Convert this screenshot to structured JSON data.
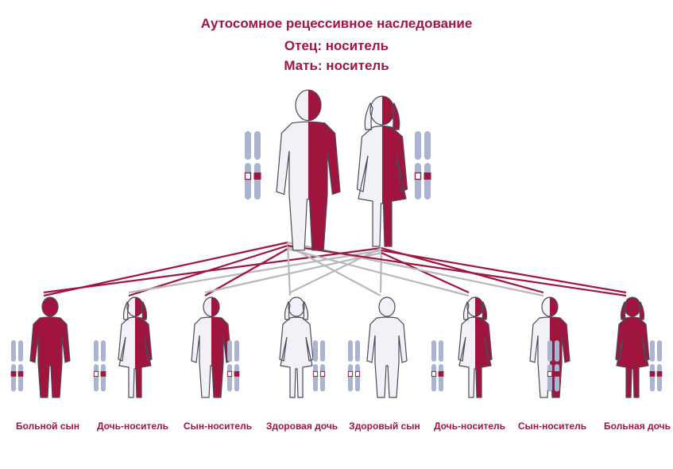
{
  "header": {
    "title": "Аутосомное рецессивное наследование",
    "father": "Отец: носитель",
    "mother": "Мать: носитель"
  },
  "colors": {
    "affected": "#a0153e",
    "healthy": "#f3f1f7",
    "outline": "#4a4a5a",
    "chromosome": "#aab4d0",
    "grey_line": "#b7b7bd"
  },
  "children": [
    {
      "label": "Больной сын",
      "sex": "male",
      "status": "affected"
    },
    {
      "label": "Дочь-носитель",
      "sex": "female",
      "status": "carrier"
    },
    {
      "label": "Сын-носитель",
      "sex": "male",
      "status": "carrier"
    },
    {
      "label": "Здоровая дочь",
      "sex": "female",
      "status": "healthy"
    },
    {
      "label": "Здоровый сын",
      "sex": "male",
      "status": "healthy"
    },
    {
      "label": "Дочь-носитель",
      "sex": "female",
      "status": "carrier"
    },
    {
      "label": "Сын-носитель",
      "sex": "male",
      "status": "carrier"
    },
    {
      "label": "Больная дочь",
      "sex": "female",
      "status": "affected"
    }
  ]
}
